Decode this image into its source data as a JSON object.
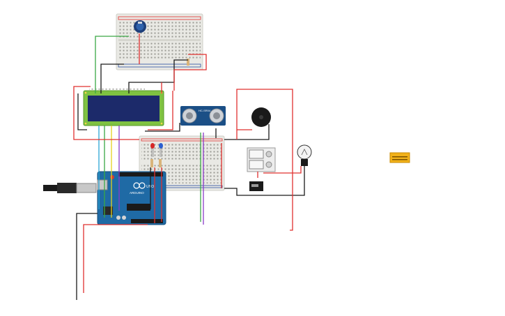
{
  "canvas": {
    "background": "#ffffff"
  },
  "colors": {
    "wire_red": "#e0302f",
    "wire_black": "#1a1a1a",
    "wire_green": "#3aa845",
    "wire_yellow": "#e4d21c",
    "wire_purple": "#8a3bc9",
    "wire_cyan": "#2aa6d6",
    "breadboard": "#e9e9e4",
    "arduino_blue": "#1f6aa5",
    "lcd_green": "#7fc241",
    "lcd_screen": "#1c2a6a",
    "sensor_blue": "#1b4f86",
    "module_yellow": "#f2b21a"
  },
  "components": {
    "arduino": {
      "brand": "ARDUINO",
      "model": "UNO"
    },
    "ultrasonic": {
      "model": "HC-SR04"
    },
    "icons": [
      "potentiometer-icon",
      "lcd-icon",
      "ultrasonic-sensor-icon",
      "buzzer-icon",
      "relay-icon",
      "lightbulb-icon",
      "power-supply-icon",
      "usb-plug-icon",
      "led-red-icon",
      "led-blue-icon"
    ]
  }
}
